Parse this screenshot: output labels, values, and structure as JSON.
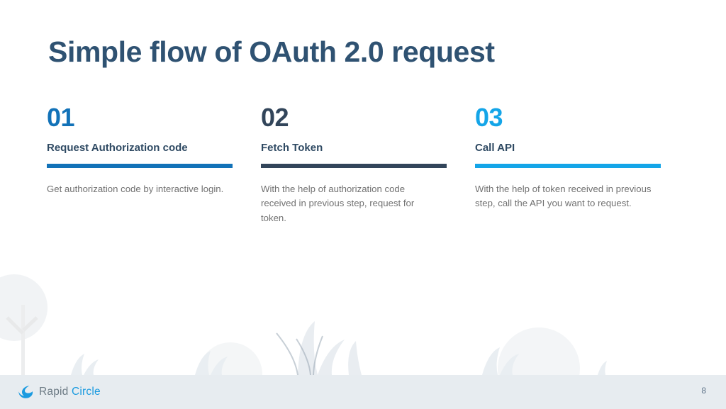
{
  "slide": {
    "title": "Simple flow of OAuth 2.0 request",
    "page_number": "8",
    "background": "#ffffff",
    "title_color": "#2f5272"
  },
  "steps": [
    {
      "number": "01",
      "heading": "Request Authorization code",
      "body": "Get authorization code by interactive login.",
      "accent_color": "#1272b8"
    },
    {
      "number": "02",
      "heading": "Fetch Token",
      "body": "With the help of authorization code received in previous step, request for token.",
      "accent_color": "#32455a"
    },
    {
      "number": "03",
      "heading": "Call API",
      "body": "With the help of token received in previous step, call the API you want to request.",
      "accent_color": "#14a5e8"
    }
  ],
  "footer": {
    "background": "#e7ecf0",
    "logo_mark": "crescent-swoosh-icon",
    "logo_rapid": "Rapid",
    "logo_circle": "Circle",
    "logo_rapid_color": "#6d7b85",
    "logo_circle_color": "#1b9be0"
  },
  "decoration": {
    "tree_icon": "tree-silhouette-icon",
    "bush_left_icon": "bush-silhouette-icon",
    "bush_right_icon": "bush-silhouette-icon",
    "grass_icon": "grass-silhouette-icon",
    "foliage_color": "#f0f2f4",
    "grass_color": "#e3e9ee"
  }
}
